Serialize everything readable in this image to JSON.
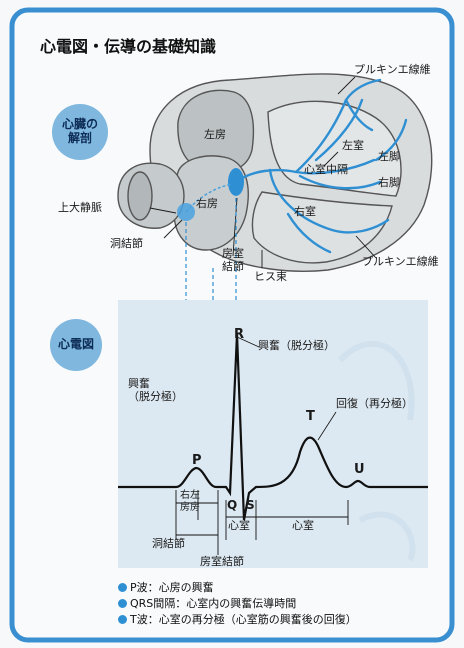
{
  "title": "心電図・伝導の基礎知識",
  "heart_section": {
    "label": "心臓の\n解剖",
    "labels": {
      "purkinje_top": "プルキンエ線維",
      "left_atrium": "左房",
      "left_ventricle": "左室",
      "left_bundle": "左脚",
      "septum": "心室中隔",
      "right_bundle": "右脚",
      "right_atrium": "右房",
      "right_ventricle": "右室",
      "superior_vena_cava": "上大静脈",
      "sinus_node": "洞結節",
      "av_node": "房室\n結節",
      "his_bundle": "ヒス束",
      "purkinje_bottom": "プルキンエ線維"
    }
  },
  "ecg_section": {
    "label": "心電図",
    "wave_labels": {
      "R": "R",
      "P": "P",
      "Q": "Q",
      "S": "S",
      "T": "T",
      "U": "U",
      "excitation_depolarization_r": "興奮（脱分極）",
      "excitation_depolarization_p": "興奮\n（脱分極）",
      "recovery_repolarization": "回復（再分極）"
    },
    "interval_labels": {
      "atria": "右左\n房房",
      "ventricle_qrs": "心室",
      "ventricle_t": "心室",
      "sinus_node": "洞結節",
      "av_node": "房室結節"
    }
  },
  "legend": [
    "P波：心房の興奮",
    "QRS間隔：心室内の興奮伝導時間",
    "T波：心室の再分極（心室筋の興奮後の回復）"
  ],
  "colors": {
    "accent": "#2f8fd3",
    "panel": "#dde9f2",
    "border": "#3a8fd0"
  }
}
